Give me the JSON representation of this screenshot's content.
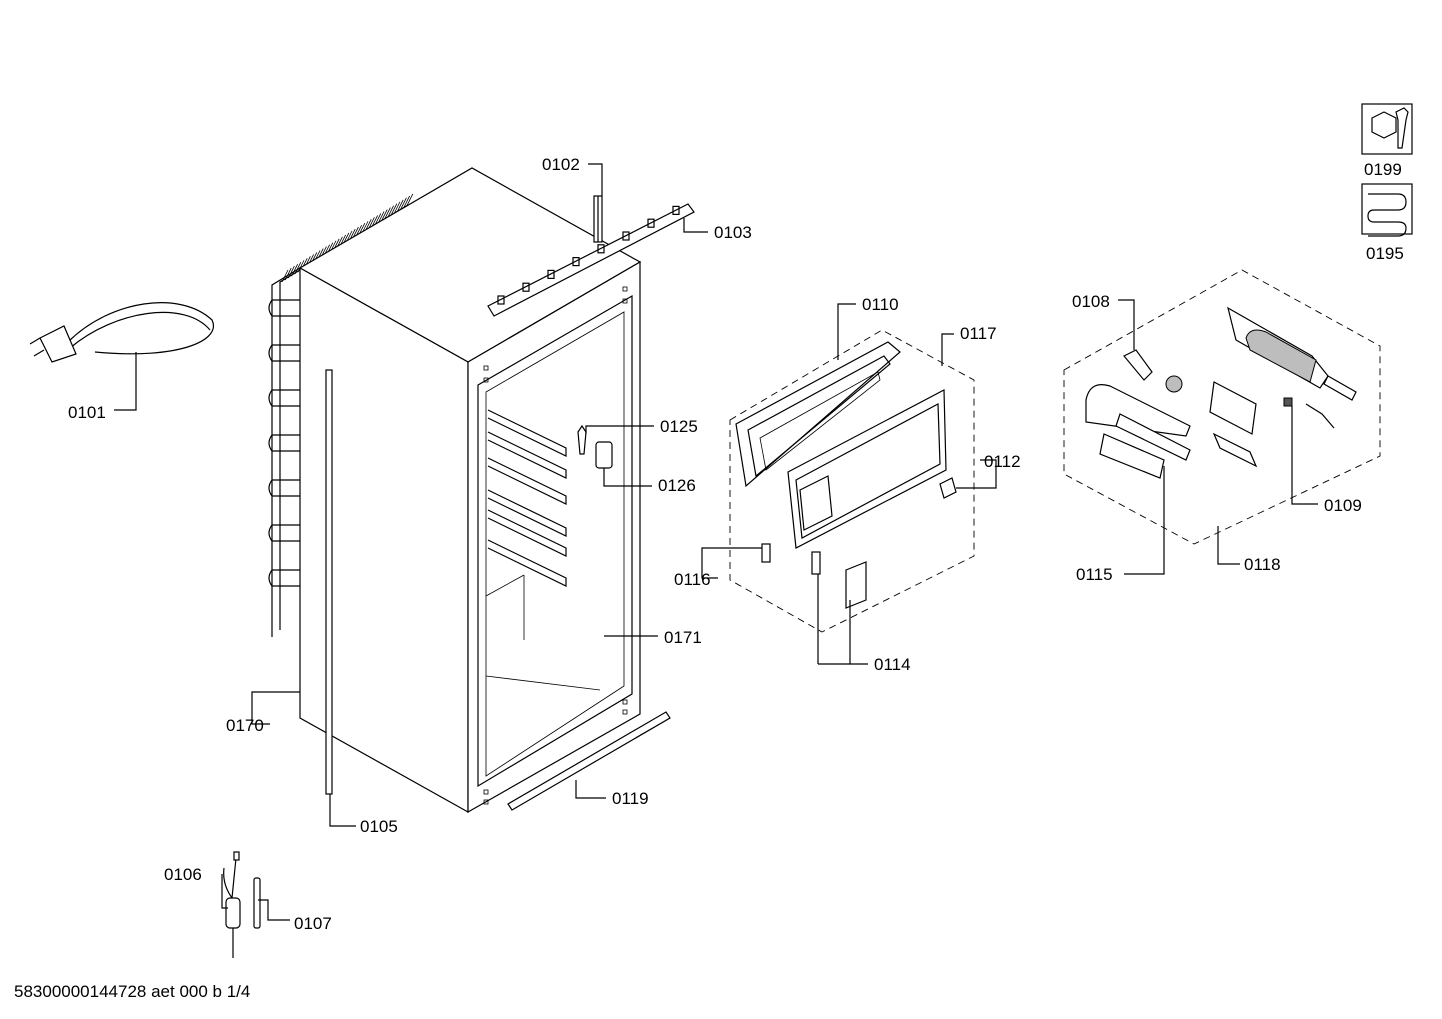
{
  "labels": {
    "p0101": "0101",
    "p0102": "0102",
    "p0103": "0103",
    "p0105": "0105",
    "p0106": "0106",
    "p0107": "0107",
    "p0108": "0108",
    "p0109": "0109",
    "p0110": "0110",
    "p0112": "0112",
    "p0114": "0114",
    "p0115": "0115",
    "p0116": "0116",
    "p0117": "0117",
    "p0118": "0118",
    "p0119": "0119",
    "p0125": "0125",
    "p0126": "0126",
    "p0170": "0170",
    "p0171": "0171",
    "p0195": "0195",
    "p0199": "0199"
  },
  "icons": {
    "service_tools": "wrench-nut-icon",
    "heating_coil": "coil-icon"
  },
  "footer": {
    "document_code": "58300000144728 aet 000 b 1/4"
  }
}
